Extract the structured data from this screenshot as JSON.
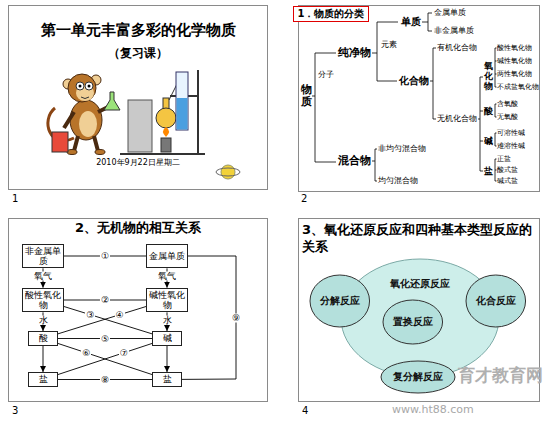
{
  "diagram": {
    "nodes": [
      {
        "text": [
          "第一单元丰富多彩的化学物质",
          "（复习课）",
          "2010年9月22日星期二"
        ]
      },
      {
        "text": [
          "物质",
          "分子",
          "纯净物",
          "元素",
          "单质",
          "金属单质",
          "非金属单质",
          "化合物",
          "有机化合物",
          "无机化合物",
          "氧化物",
          "酸性氧化物",
          "碱性氧化物",
          "两性氧化物",
          "不成盐氧化物",
          "酸",
          "含氧酸",
          "无氧酸",
          "碱",
          "可溶性碱",
          "难溶性碱",
          "盐",
          "正盐",
          "酸式盐",
          "碱式盐",
          "混合物",
          "非均匀混合物",
          "均匀混合物"
        ]
      },
      {
        "text": [
          "1．物质的分类"
        ],
        "in": 1
      },
      {
        "text": [
          "2、无机物的相互关系"
        ]
      },
      {
        "text": [
          "非金属单质"
        ],
        "in": 3
      },
      {
        "text": [
          "金属单质"
        ],
        "in": 3
      },
      {
        "text": [
          "酸性氧化物"
        ],
        "in": 3
      },
      {
        "text": [
          "碱性氧化物"
        ],
        "in": 3
      },
      {
        "text": [
          "酸"
        ],
        "in": 3
      },
      {
        "text": [
          "碱"
        ],
        "in": 3
      },
      {
        "text": [
          "盐"
        ],
        "in": 3
      },
      {
        "text": [
          "盐"
        ],
        "in": 3
      },
      {
        "text": [
          "3、氧化还原反应和四种基本类型反应的关系"
        ]
      },
      {
        "text": [
          "氧化还原反应"
        ],
        "in": 12
      },
      {
        "text": [
          "分解反应"
        ],
        "in": 12
      },
      {
        "text": [
          "置换反应"
        ],
        "in": 13
      },
      {
        "text": [
          "化合反应"
        ],
        "in": 12
      },
      {
        "text": [
          "复分解反应"
        ],
        "in": 12
      }
    ],
    "edges": [
      {
        "from": 4,
        "to": 5,
        "label": "①",
        "arrow": "none"
      },
      {
        "from": 4,
        "to": 6,
        "label": "氧气",
        "arrow": "to"
      },
      {
        "from": 5,
        "to": 7,
        "label": "氧气",
        "arrow": "to"
      },
      {
        "from": 6,
        "to": 7,
        "label": "②",
        "arrow": "none"
      },
      {
        "from": 6,
        "to": 8,
        "label": "水",
        "arrow": "to"
      },
      {
        "from": 7,
        "to": 9,
        "label": "水",
        "arrow": "to"
      },
      {
        "from": 6,
        "to": 9,
        "label": "③",
        "arrow": "none"
      },
      {
        "from": 7,
        "to": 8,
        "label": "④",
        "arrow": "none"
      },
      {
        "from": 8,
        "to": 9,
        "label": "⑤",
        "arrow": "none"
      },
      {
        "from": 8,
        "to": 10,
        "arrow": "to"
      },
      {
        "from": 9,
        "to": 11,
        "arrow": "to"
      },
      {
        "from": 8,
        "to": 11,
        "label": "⑥",
        "arrow": "none"
      },
      {
        "from": 9,
        "to": 10,
        "label": "⑦",
        "arrow": "none"
      },
      {
        "from": 10,
        "to": 11,
        "label": "⑧",
        "arrow": "none"
      },
      {
        "from": 5,
        "to": 11,
        "label": "⑨",
        "arrow": "none"
      }
    ],
    "labels": [
      "1",
      "2",
      "3",
      "4",
      "育才教育网",
      "www.ht88.com"
    ]
  }
}
